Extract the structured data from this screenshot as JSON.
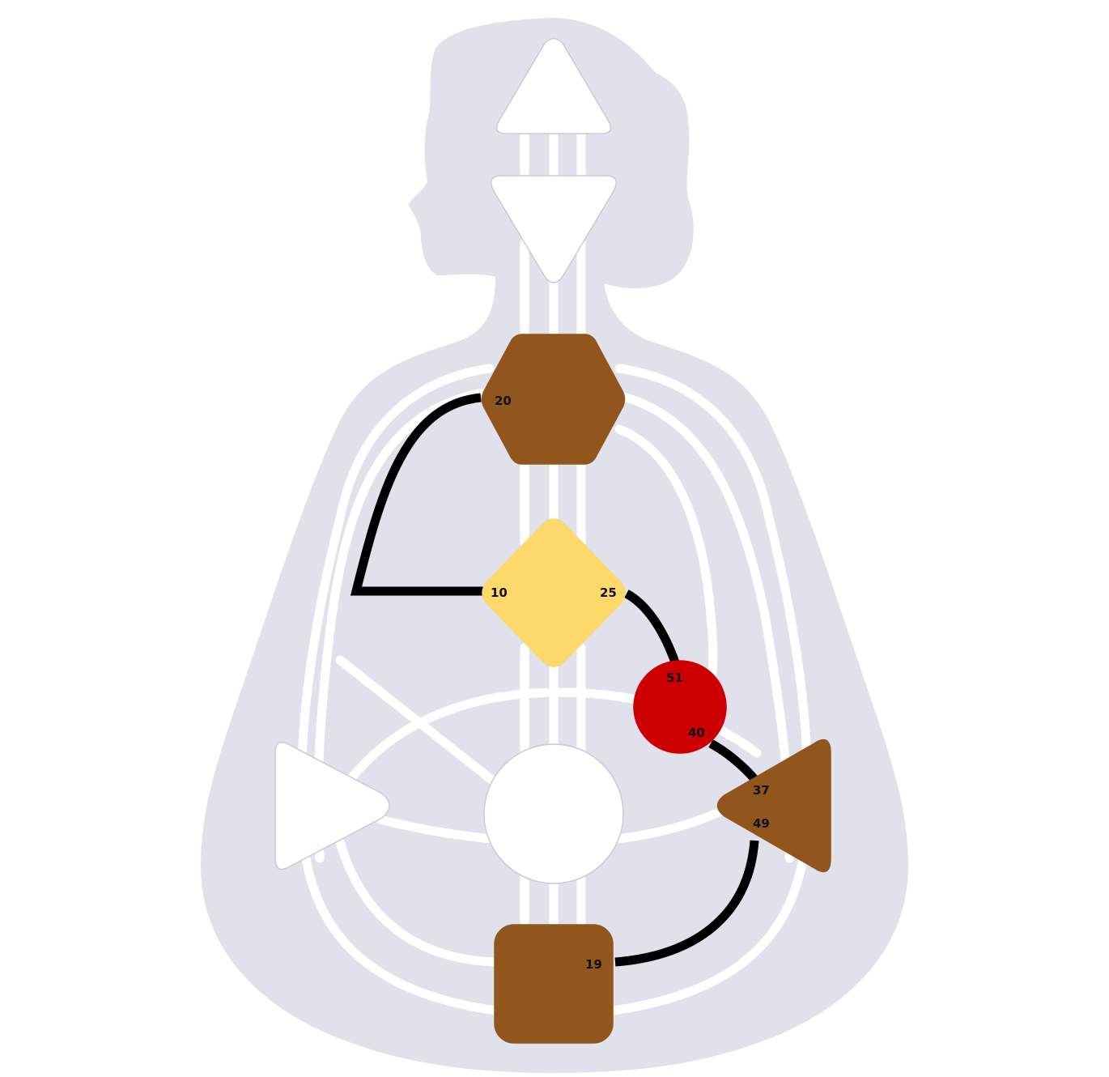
{
  "colors": {
    "background": "#ffffff",
    "silhouette": "#e1e1ec",
    "channel_inactive": "#ffffff",
    "channel_active": "#000000",
    "center_undefined": "#ffffff",
    "center_outline": "#c9c9d8",
    "brown": "#91561d",
    "yellow": "#fcd96a",
    "red": "#cc0000"
  },
  "centers": [
    {
      "id": "head",
      "shape": "triangle-up",
      "defined": false,
      "color": "#ffffff"
    },
    {
      "id": "ajna",
      "shape": "triangle-down",
      "defined": false,
      "color": "#ffffff"
    },
    {
      "id": "throat",
      "shape": "hexagon",
      "defined": true,
      "color": "#91561d"
    },
    {
      "id": "g",
      "shape": "diamond",
      "defined": true,
      "color": "#fcd96a"
    },
    {
      "id": "ego",
      "shape": "circle",
      "defined": true,
      "color": "#cc0000"
    },
    {
      "id": "spleen",
      "shape": "triangle-right",
      "defined": false,
      "color": "#ffffff"
    },
    {
      "id": "sacral",
      "shape": "circle",
      "defined": false,
      "color": "#ffffff"
    },
    {
      "id": "solar-plexus",
      "shape": "triangle-left",
      "defined": true,
      "color": "#91561d"
    },
    {
      "id": "root",
      "shape": "square",
      "defined": true,
      "color": "#91561d"
    }
  ],
  "gates": [
    {
      "id": "20",
      "label": "20"
    },
    {
      "id": "10",
      "label": "10"
    },
    {
      "id": "25",
      "label": "25"
    },
    {
      "id": "51",
      "label": "51"
    },
    {
      "id": "40",
      "label": "40"
    },
    {
      "id": "37",
      "label": "37"
    },
    {
      "id": "49",
      "label": "49"
    },
    {
      "id": "19",
      "label": "19"
    }
  ],
  "active_channels": [
    [
      "10",
      "20"
    ],
    [
      "25",
      "51"
    ],
    [
      "37",
      "40"
    ],
    [
      "19",
      "49"
    ]
  ]
}
